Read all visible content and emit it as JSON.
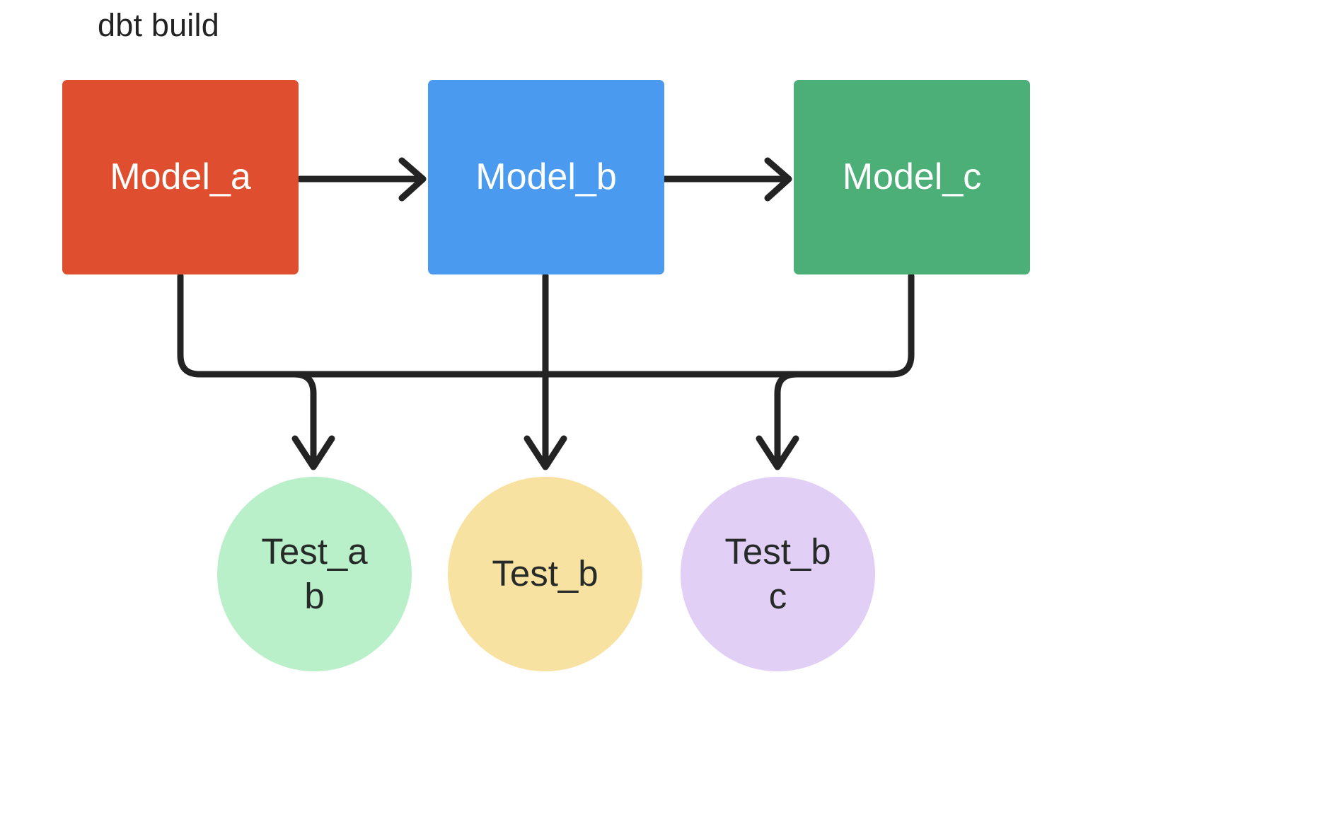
{
  "diagram": {
    "title": "dbt build",
    "type": "flow-dag",
    "background": "#ffffff",
    "edge_color": "#232323",
    "models": [
      {
        "id": "model_a",
        "label": "Model_a",
        "color": "#DF4E2E",
        "shape": "rounded-rect"
      },
      {
        "id": "model_b",
        "label": "Model_b",
        "color": "#4A9BF0",
        "shape": "rounded-rect"
      },
      {
        "id": "model_c",
        "label": "Model_c",
        "color": "#4CAF78",
        "shape": "rounded-rect"
      }
    ],
    "tests": [
      {
        "id": "test_ab",
        "label": "Test_ab",
        "color": "#B9EFC9",
        "shape": "circle"
      },
      {
        "id": "test_b",
        "label": "Test_b",
        "color": "#F8E2A1",
        "shape": "circle"
      },
      {
        "id": "test_bc",
        "label": "Test_bc",
        "color": "#E1CFF6",
        "shape": "circle"
      }
    ],
    "edges": [
      {
        "from": "model_a",
        "to": "model_b",
        "style": "straight-arrow"
      },
      {
        "from": "model_b",
        "to": "model_c",
        "style": "straight-arrow"
      },
      {
        "from": "model_a",
        "to": "test_ab",
        "style": "orthogonal-arrow"
      },
      {
        "from": "model_b",
        "to": "test_ab",
        "style": "orthogonal-arrow"
      },
      {
        "from": "model_b",
        "to": "test_b",
        "style": "orthogonal-arrow"
      },
      {
        "from": "model_b",
        "to": "test_bc",
        "style": "orthogonal-arrow"
      },
      {
        "from": "model_c",
        "to": "test_bc",
        "style": "orthogonal-arrow"
      }
    ]
  }
}
